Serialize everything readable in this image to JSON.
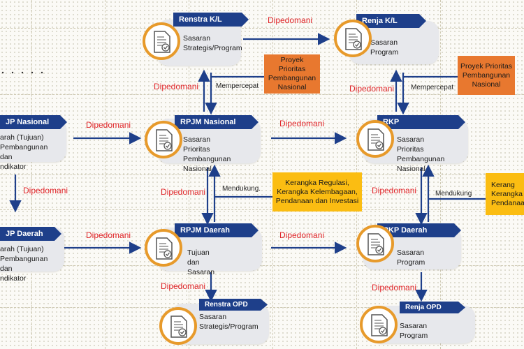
{
  "colors": {
    "title_bg": "#1e3f8a",
    "circle": "#e79a2b",
    "orange": "#e8782f",
    "yellow": "#fbbd12",
    "red_label": "#e0262a"
  },
  "nodes": {
    "rpjp_nasional": {
      "title": "JP Nasional",
      "desc": [
        "arah (Tujuan)",
        "Pembangunan dan",
        "ndikator"
      ]
    },
    "rpjp_daerah": {
      "title": "JP Daerah",
      "desc": [
        "arah (Tujuan)",
        "Pembangunan dan",
        "ndikator"
      ]
    },
    "renstra_kl": {
      "title": "Renstra K/L",
      "desc": [
        "Sasaran",
        "Strategis/Program"
      ]
    },
    "renja_kl": {
      "title": "Renja K/L",
      "desc": [
        "Sasaran Program"
      ]
    },
    "rpjm_nasional": {
      "title": "RPJM Nasional",
      "desc": [
        "Sasaran Prioritas",
        "Pembangunan Nasional"
      ]
    },
    "rkp": {
      "title": "RKP",
      "desc": [
        "Sasaran Prioritas",
        "Pembangunan Nasional"
      ]
    },
    "rpjm_daerah": {
      "title": "RPJM Daerah",
      "desc": [
        "Tujuan dan Sasaran"
      ]
    },
    "rkp_daerah": {
      "title": "RKP Daerah",
      "desc": [
        "Sasaran Program"
      ]
    },
    "renstra_opd": {
      "title": "Renstra OPD",
      "desc": [
        "Sasaran",
        "Strategis/Program"
      ]
    },
    "renja_opd": {
      "title": "Renja OPD",
      "desc": [
        "Sasaran Program"
      ]
    }
  },
  "callouts": {
    "proyek1": [
      "Proyek Prioritas",
      "Pembangunan",
      "Nasional"
    ],
    "proyek2": [
      "Proyek Prioritas",
      "Pembangunan",
      "Nasional"
    ],
    "kerangka1": [
      "Kerangka Regulasi,",
      "Kerangka Kelembagaan,",
      "Pendanaan dan Investasi"
    ],
    "kerangka2": [
      "Kerang",
      "Kerangka",
      "Pendanaa"
    ]
  },
  "labels": {
    "dipedomani": "Dipedomani",
    "mempercepat": "Mempercepat",
    "mendukung": "Mendukung."
  }
}
